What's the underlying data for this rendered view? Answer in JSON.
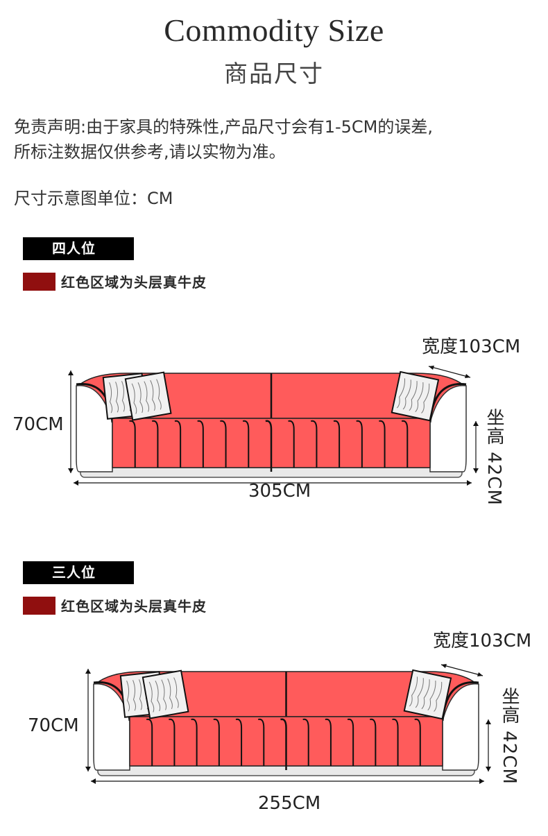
{
  "header": {
    "title_en": "Commodity Size",
    "title_cn": "商品尺寸"
  },
  "disclaimer": {
    "line1": "免责声明:由于家具的特殊性,产品尺寸会有1-5CM的误差,",
    "line2": "所标注数据仅供参考,请以实物为准。"
  },
  "unit_note": "尺寸示意图单位：CM",
  "colors": {
    "leather_red": "#ff5b5b",
    "legend_swatch": "#900f0f",
    "tag_bg": "#000000"
  },
  "sections": [
    {
      "tag": "四人位",
      "legend": "红色区域为头层真牛皮",
      "depth_label": "宽度103CM",
      "height_label": "70CM",
      "seat_height_label": "坐高 42CM",
      "width_label": "305CM",
      "channels_per_half": 7
    },
    {
      "tag": "三人位",
      "legend": "红色区域为头层真牛皮",
      "depth_label": "宽度103CM",
      "height_label": "70CM",
      "seat_height_label": "坐高 42CM",
      "width_label": "255CM",
      "channels_per_half": 7
    }
  ]
}
